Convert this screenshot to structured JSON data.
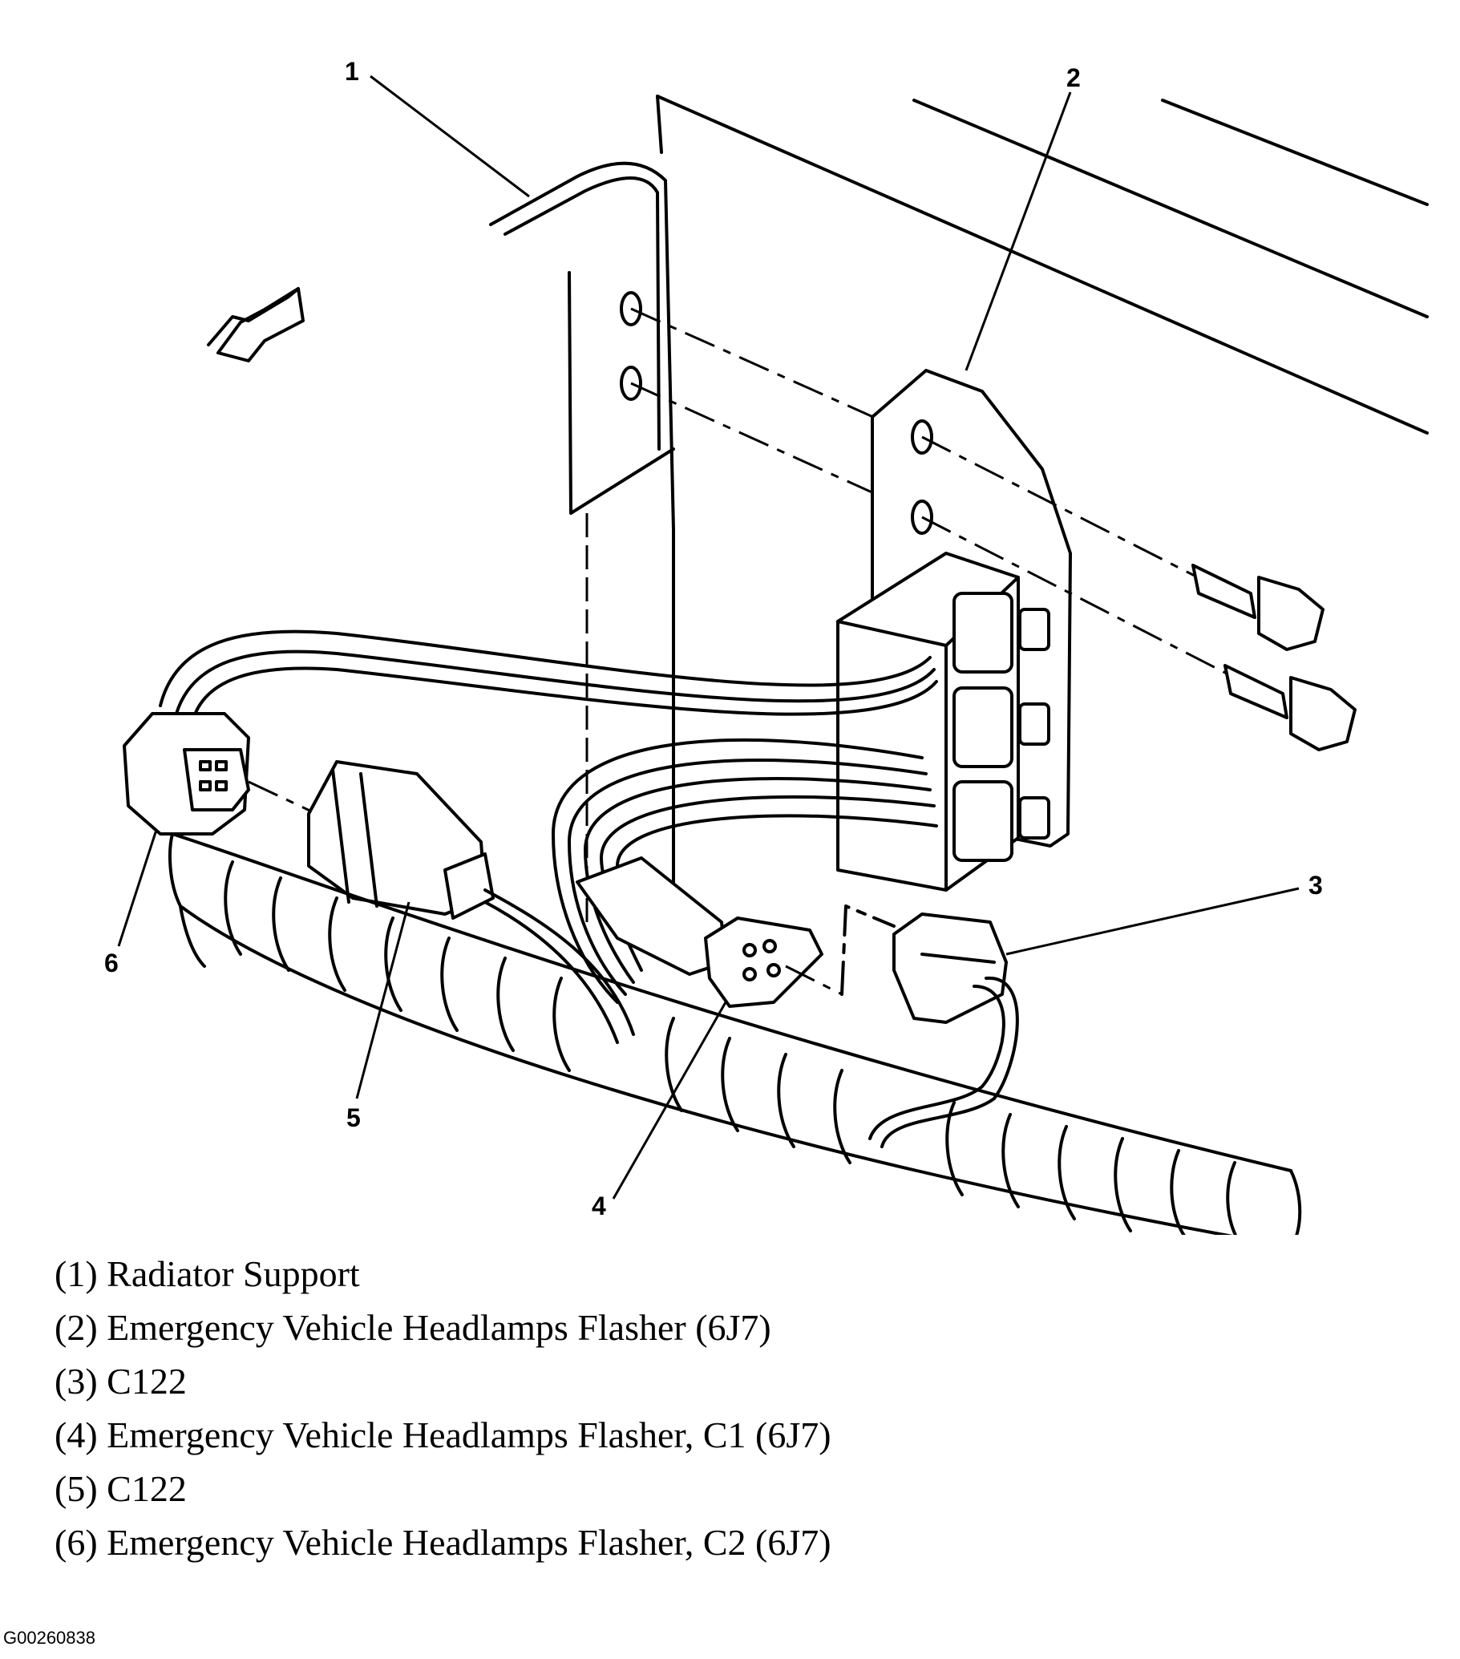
{
  "callouts": [
    {
      "number": "1",
      "component": "Radiator Support"
    },
    {
      "number": "2",
      "component": "Emergency Vehicle Headlamps Flasher (6J7)"
    },
    {
      "number": "3",
      "component": "C122"
    },
    {
      "number": "4",
      "component": "Emergency Vehicle Headlamps Flasher, C1 (6J7)"
    },
    {
      "number": "5",
      "component": "C122"
    },
    {
      "number": "6",
      "component": "Emergency Vehicle Headlamps Flasher, C2 (6J7)"
    }
  ],
  "legend": [
    "(1) Radiator Support",
    "(2) Emergency Vehicle Headlamps Flasher (6J7)",
    "(3) C122",
    "(4) Emergency Vehicle Headlamps Flasher, C1 (6J7)",
    "(5) C122",
    "(6) Emergency Vehicle Headlamps Flasher, C2 (6J7)"
  ],
  "figure_id": "G00260838",
  "icons": {
    "direction_arrow": "forward-arrow-icon"
  }
}
